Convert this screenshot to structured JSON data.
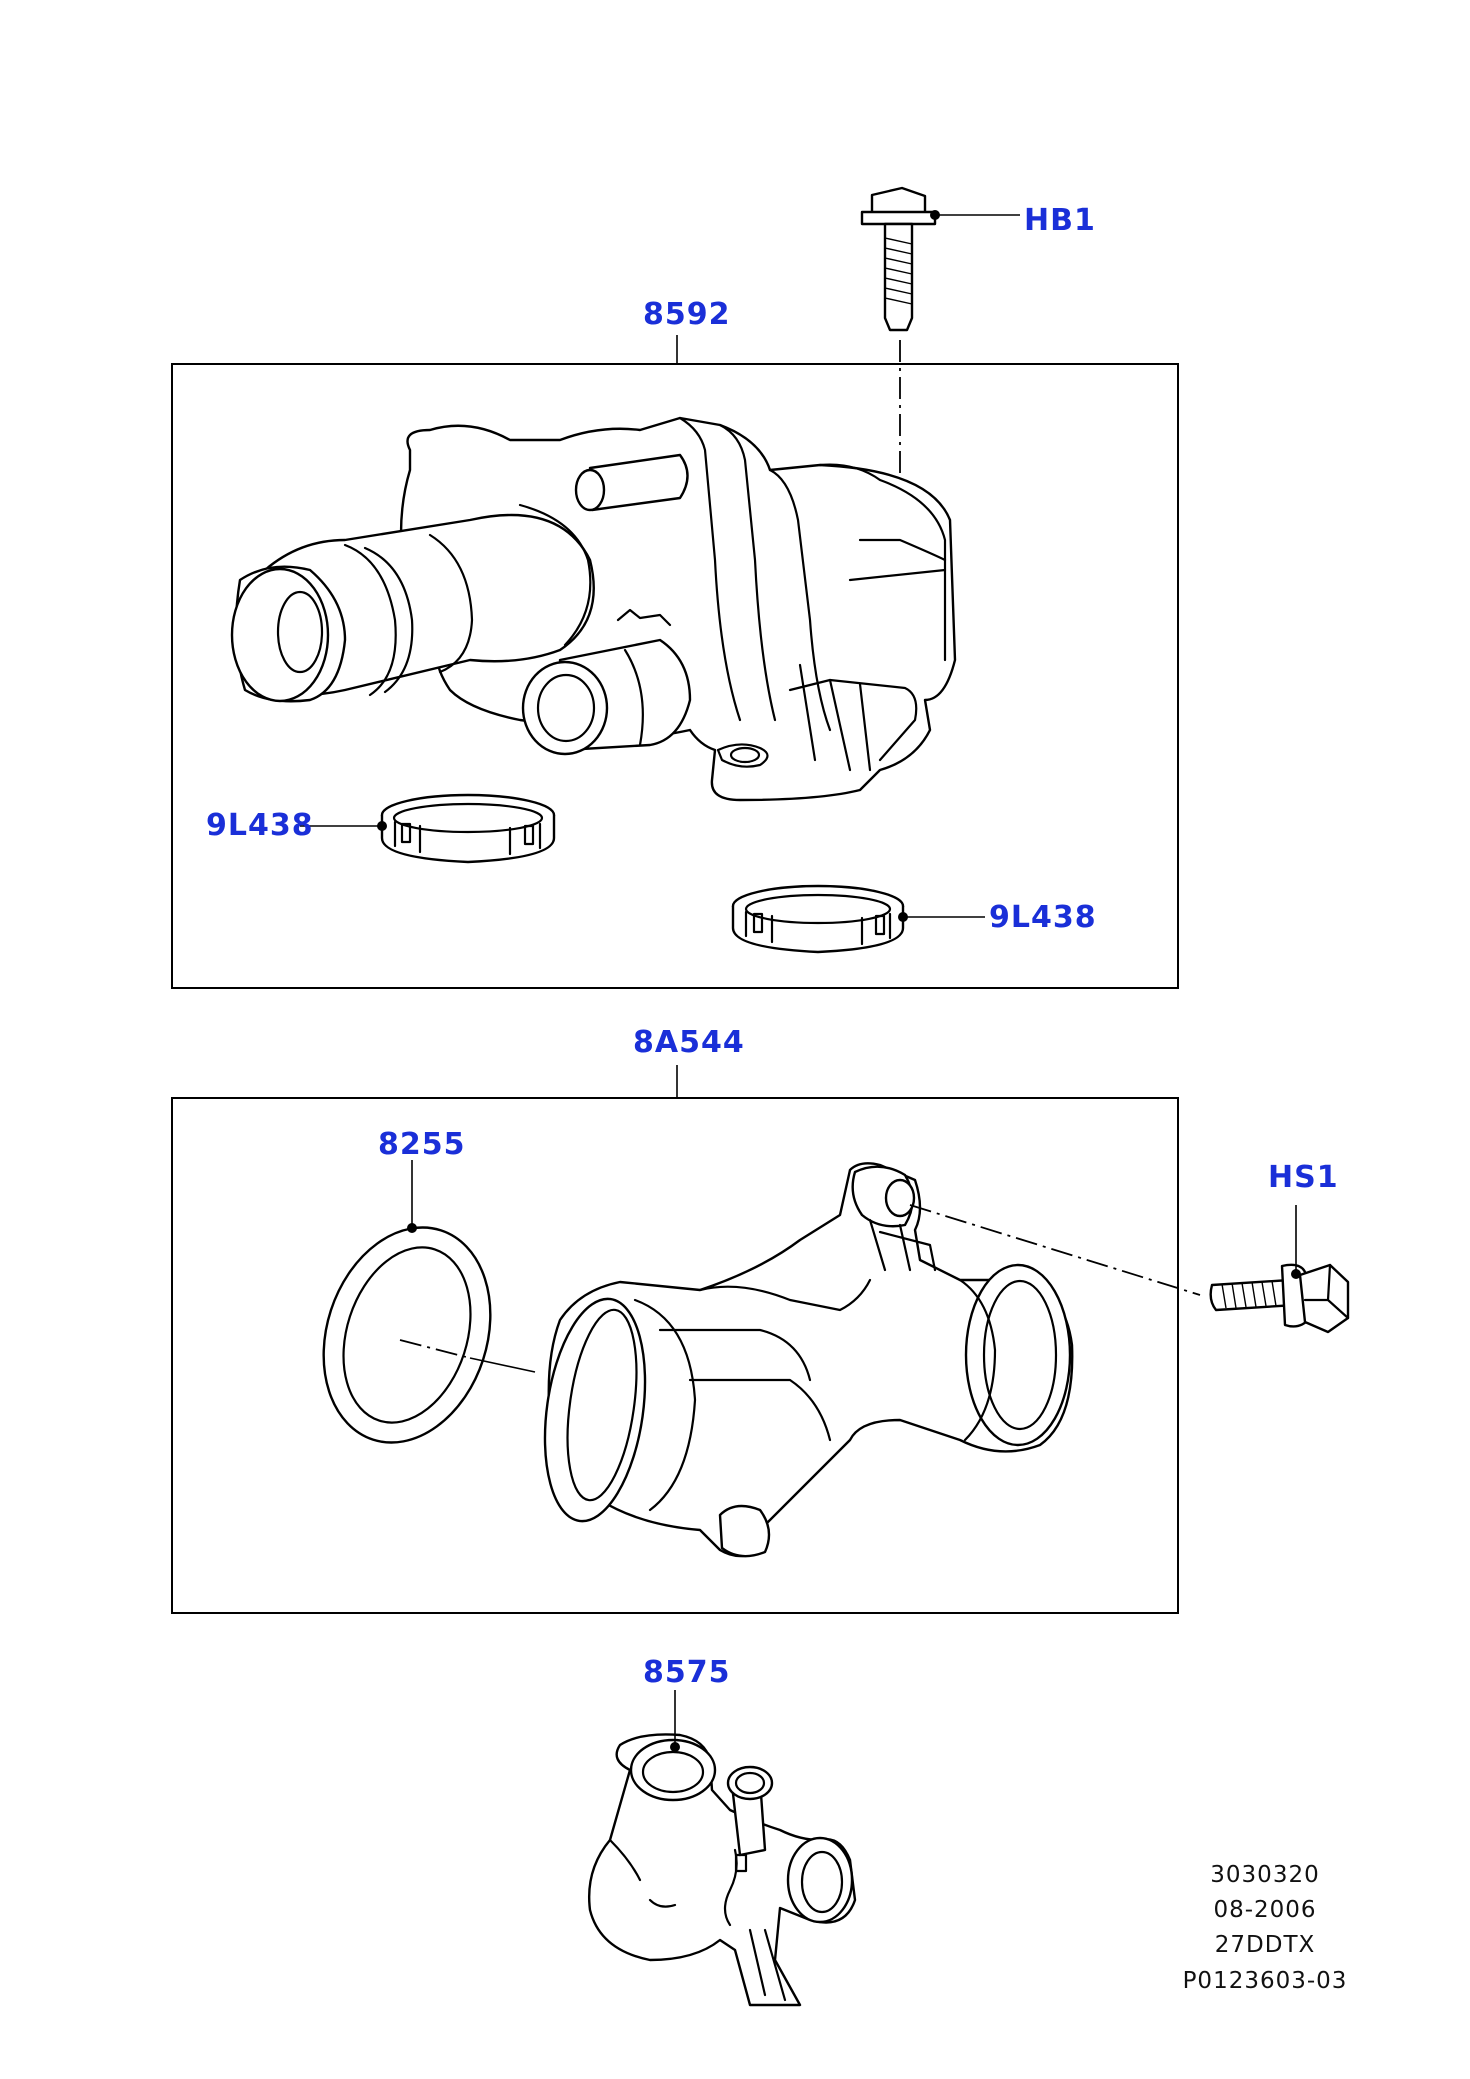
{
  "callouts": {
    "hb1": "HB1",
    "housing_assembly": "8592",
    "oring_upper_left": "9L438",
    "oring_upper_right": "9L438",
    "connector_assembly": "8A544",
    "gasket": "8255",
    "hs1": "HS1",
    "thermostat_housing": "8575"
  },
  "reference": {
    "illustration_no": "3030320",
    "date": "08-2006",
    "code": "27DDTX",
    "part_ref": "P0123603-03"
  },
  "colors": {
    "callout": "#1a2fd8",
    "linework": "#000000"
  }
}
